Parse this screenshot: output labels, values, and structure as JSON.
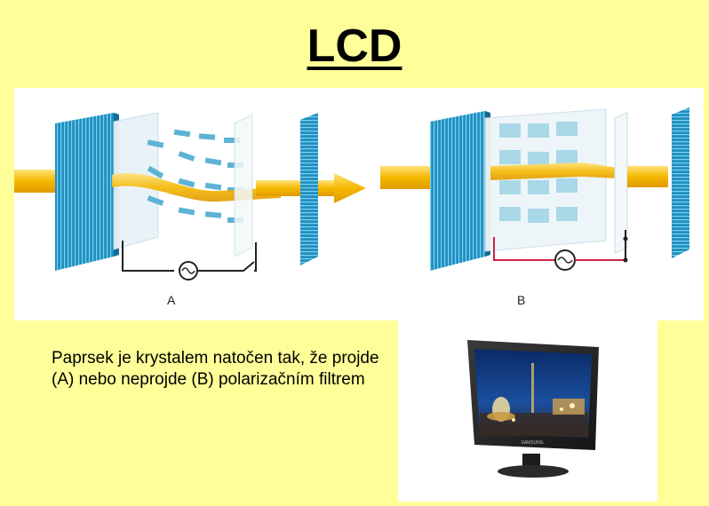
{
  "slide": {
    "title": "LCD",
    "caption": "Paprsek je krystalem natočen tak, že projde (A) nebo neprojde (B) polarizačním filtrem"
  },
  "diagram": {
    "label_a": "A",
    "label_b": "B",
    "colors": {
      "polarizer": "#1f8fc0",
      "light_beam": "#f5b800",
      "crystal": "#9fd3e6",
      "wire_a": "#222222",
      "wire_b": "#cc2244"
    }
  },
  "monitor": {
    "brand": "SAMSUNG"
  }
}
